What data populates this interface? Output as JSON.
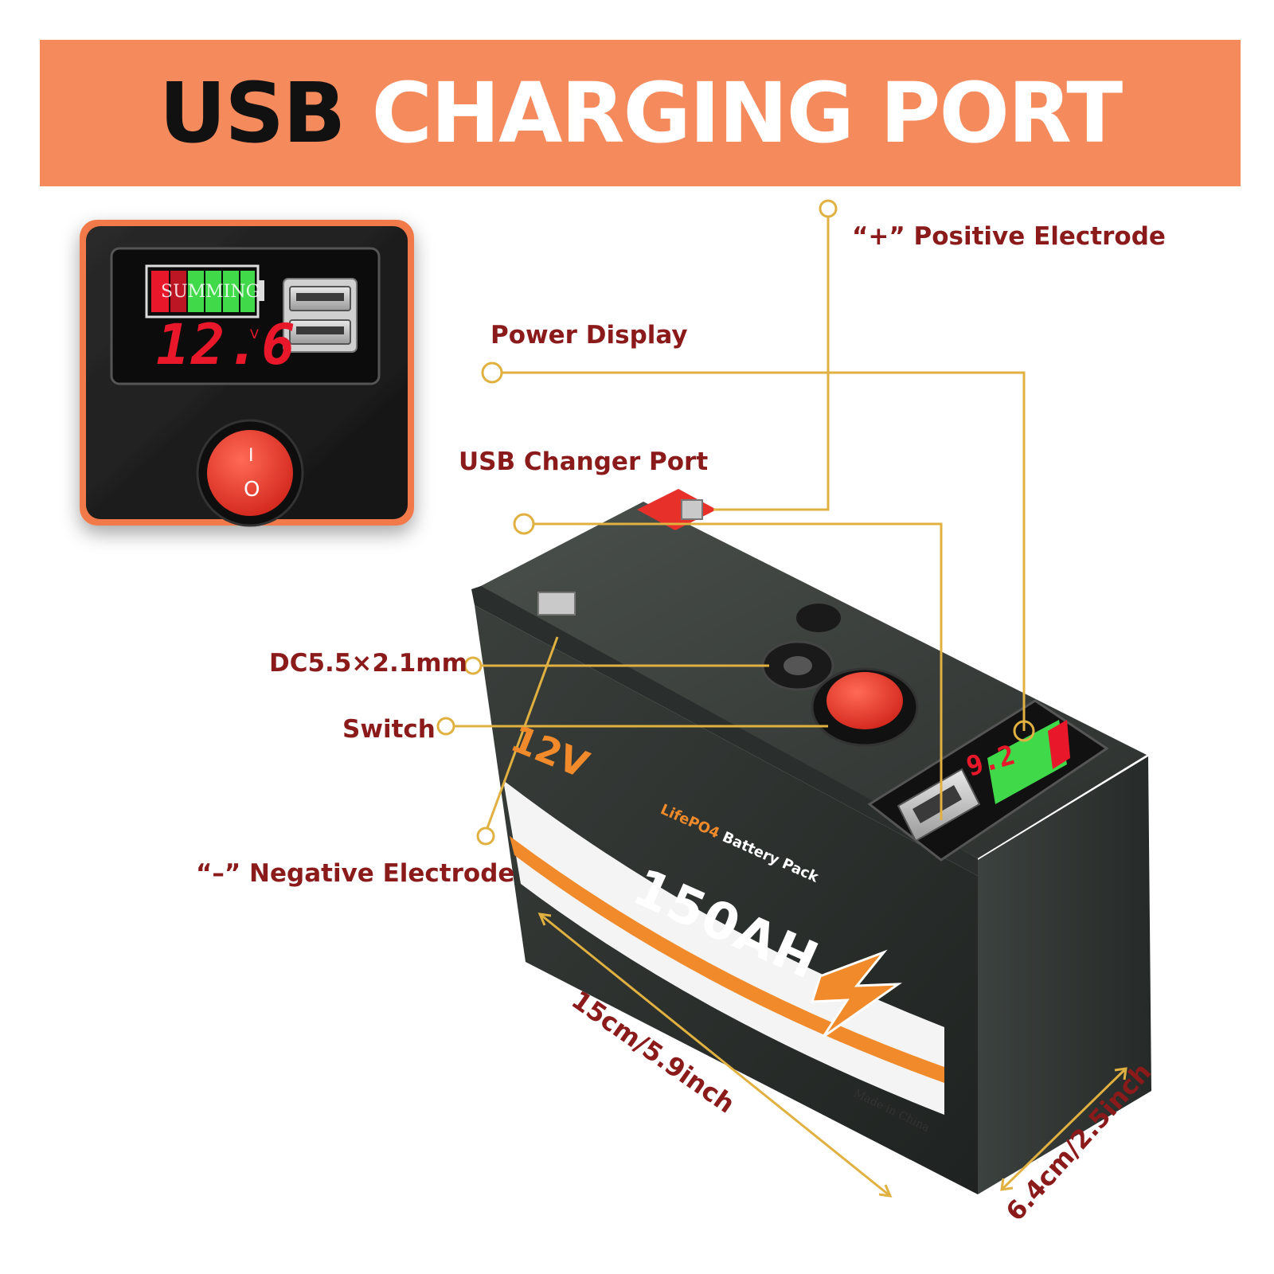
{
  "banner": {
    "title_word1": "USB",
    "title_word2": "CHARGING PORT",
    "background_color": "#f58a5c"
  },
  "callouts": {
    "positive_electrode": "“+” Positive Electrode",
    "power_display": "Power Display",
    "usb_port": "USB Changer Port",
    "dc_jack": "DC5.5×2.1mm",
    "switch": "Switch",
    "negative_electrode": "“–” Negative Electrode",
    "label_color": "#8b1a1a",
    "line_color": "#e0b040"
  },
  "dimensions": {
    "length": "15cm/5.9inch",
    "depth": "6.4cm/2.5inch"
  },
  "inset": {
    "voltage": "12.6",
    "voltage_unit": "V",
    "brand": "SUMMING",
    "switch_on_mark": "I",
    "switch_off_mark": "O"
  },
  "battery": {
    "voltage_label": "12V",
    "capacity": "150AH",
    "chemistry": "LifePO4",
    "pack_label": "Battery Pack",
    "made_in": "Made in China",
    "display_reading": "9.2"
  }
}
